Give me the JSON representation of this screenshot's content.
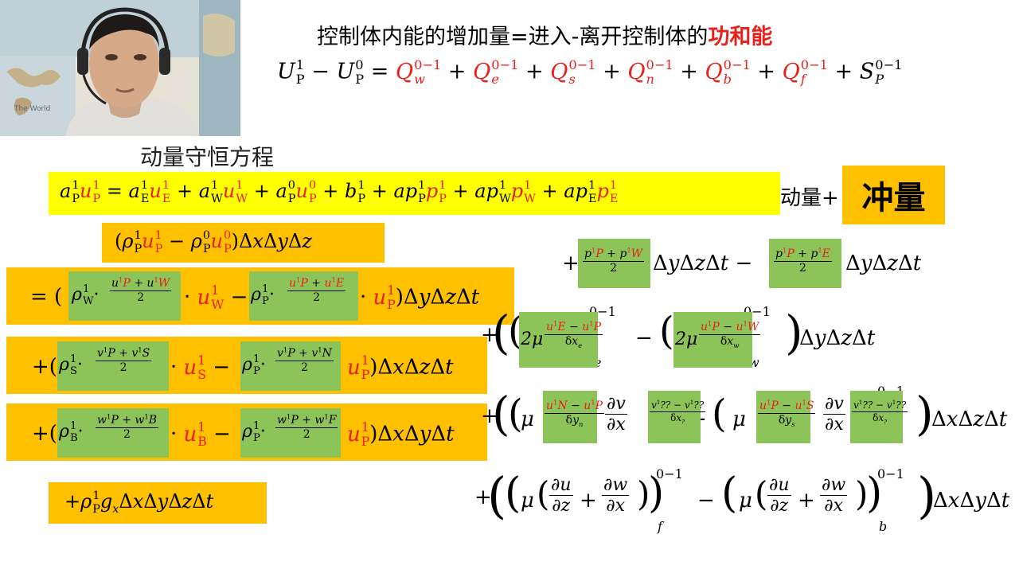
{
  "title_prefix": "控制体内能的增加量=进入-离开控制体的",
  "title_highlight": "功和能",
  "energy_equation": "U_P^1 − U_P^0 = Q_w^{0−1} + Q_e^{0−1} + Q_s^{0−1} + Q_n^{0−1} + Q_b^{0−1} + Q_f^{0−1} + S_P^{0−1}",
  "section_heading": "动量守恒方程",
  "discrete_equation": "a_P^1 u_P^1 = a_E^1 u_E^1 + a_W^1 u_W^1 + a_P^0 u_P^0 + b_P^1 + ap_P^1 p_P^1 + ap_W^1 p_W^1 + ap_E^1 p_E^1",
  "momentum_label": "动量+",
  "impulse_label": "冲量",
  "lhs_rate": "(ρ_P^1 u_P^1 − ρ_P^0 u_P^0) ΔxΔyΔz",
  "convection_x": "= (ρ_W^1 · (u_P^1 + u_W^1)/2 · u_W^1 − ρ_P^1 · (u_P^1 + u_E^1)/2 · u_P^1) ΔyΔzΔt",
  "convection_y": "+(ρ_S^1 · (v_P^1 + v_S^1)/2 · u_S^1 − ρ_P^1 · (v_P^1 + v_N^1)/2 · u_P^1) ΔxΔzΔt",
  "convection_z": "+(ρ_B^1 · (w_P^1 + w_B^1)/2 · u_B^1 − ρ_P^1 · (w_P^1 + w_F^1)/2 · u_P^1) ΔxΔyΔt",
  "gravity_term": "+ρ_P^1 g_x ΔxΔyΔzΔt",
  "pressure_term": "+ (p_P^1 + p_W^1)/2 ΔyΔzΔt − (p_P^1 + p_E^1)/2 ΔyΔzΔt",
  "viscous_x": "+((2μ (u_E^1 − u_P^1)/δx_e)_e^{0−1} − (2μ (u_P^1 − u_W^1)/δx_w)_w^{0−1}) ΔyΔzΔt",
  "viscous_y": "+((μ (u_N^1 − u_P^1)/δy_n + ∂v/∂x (v_??^1 − v_??^1)/δx_?)_n^{0−1} − (μ (u_P^1 − u_S^1)/δy_s + ∂v/∂x (v_??^1 − v_??^1)/δx_?)_s^{0−1}) ΔxΔzΔt",
  "viscous_z": "+((μ (∂u/∂z + ∂w/∂x))_f^{0−1} − (μ (∂u/∂z + ∂w/∂x))_b^{0−1}) ΔxΔyΔt",
  "webcam": {
    "label": "presenter webcam",
    "map_caption": "The World"
  },
  "colors": {
    "highlight_red": "#e8211a",
    "orange_box": "#ffc000",
    "yellow_box": "#ffff00",
    "green_box": "#8cc45a"
  }
}
